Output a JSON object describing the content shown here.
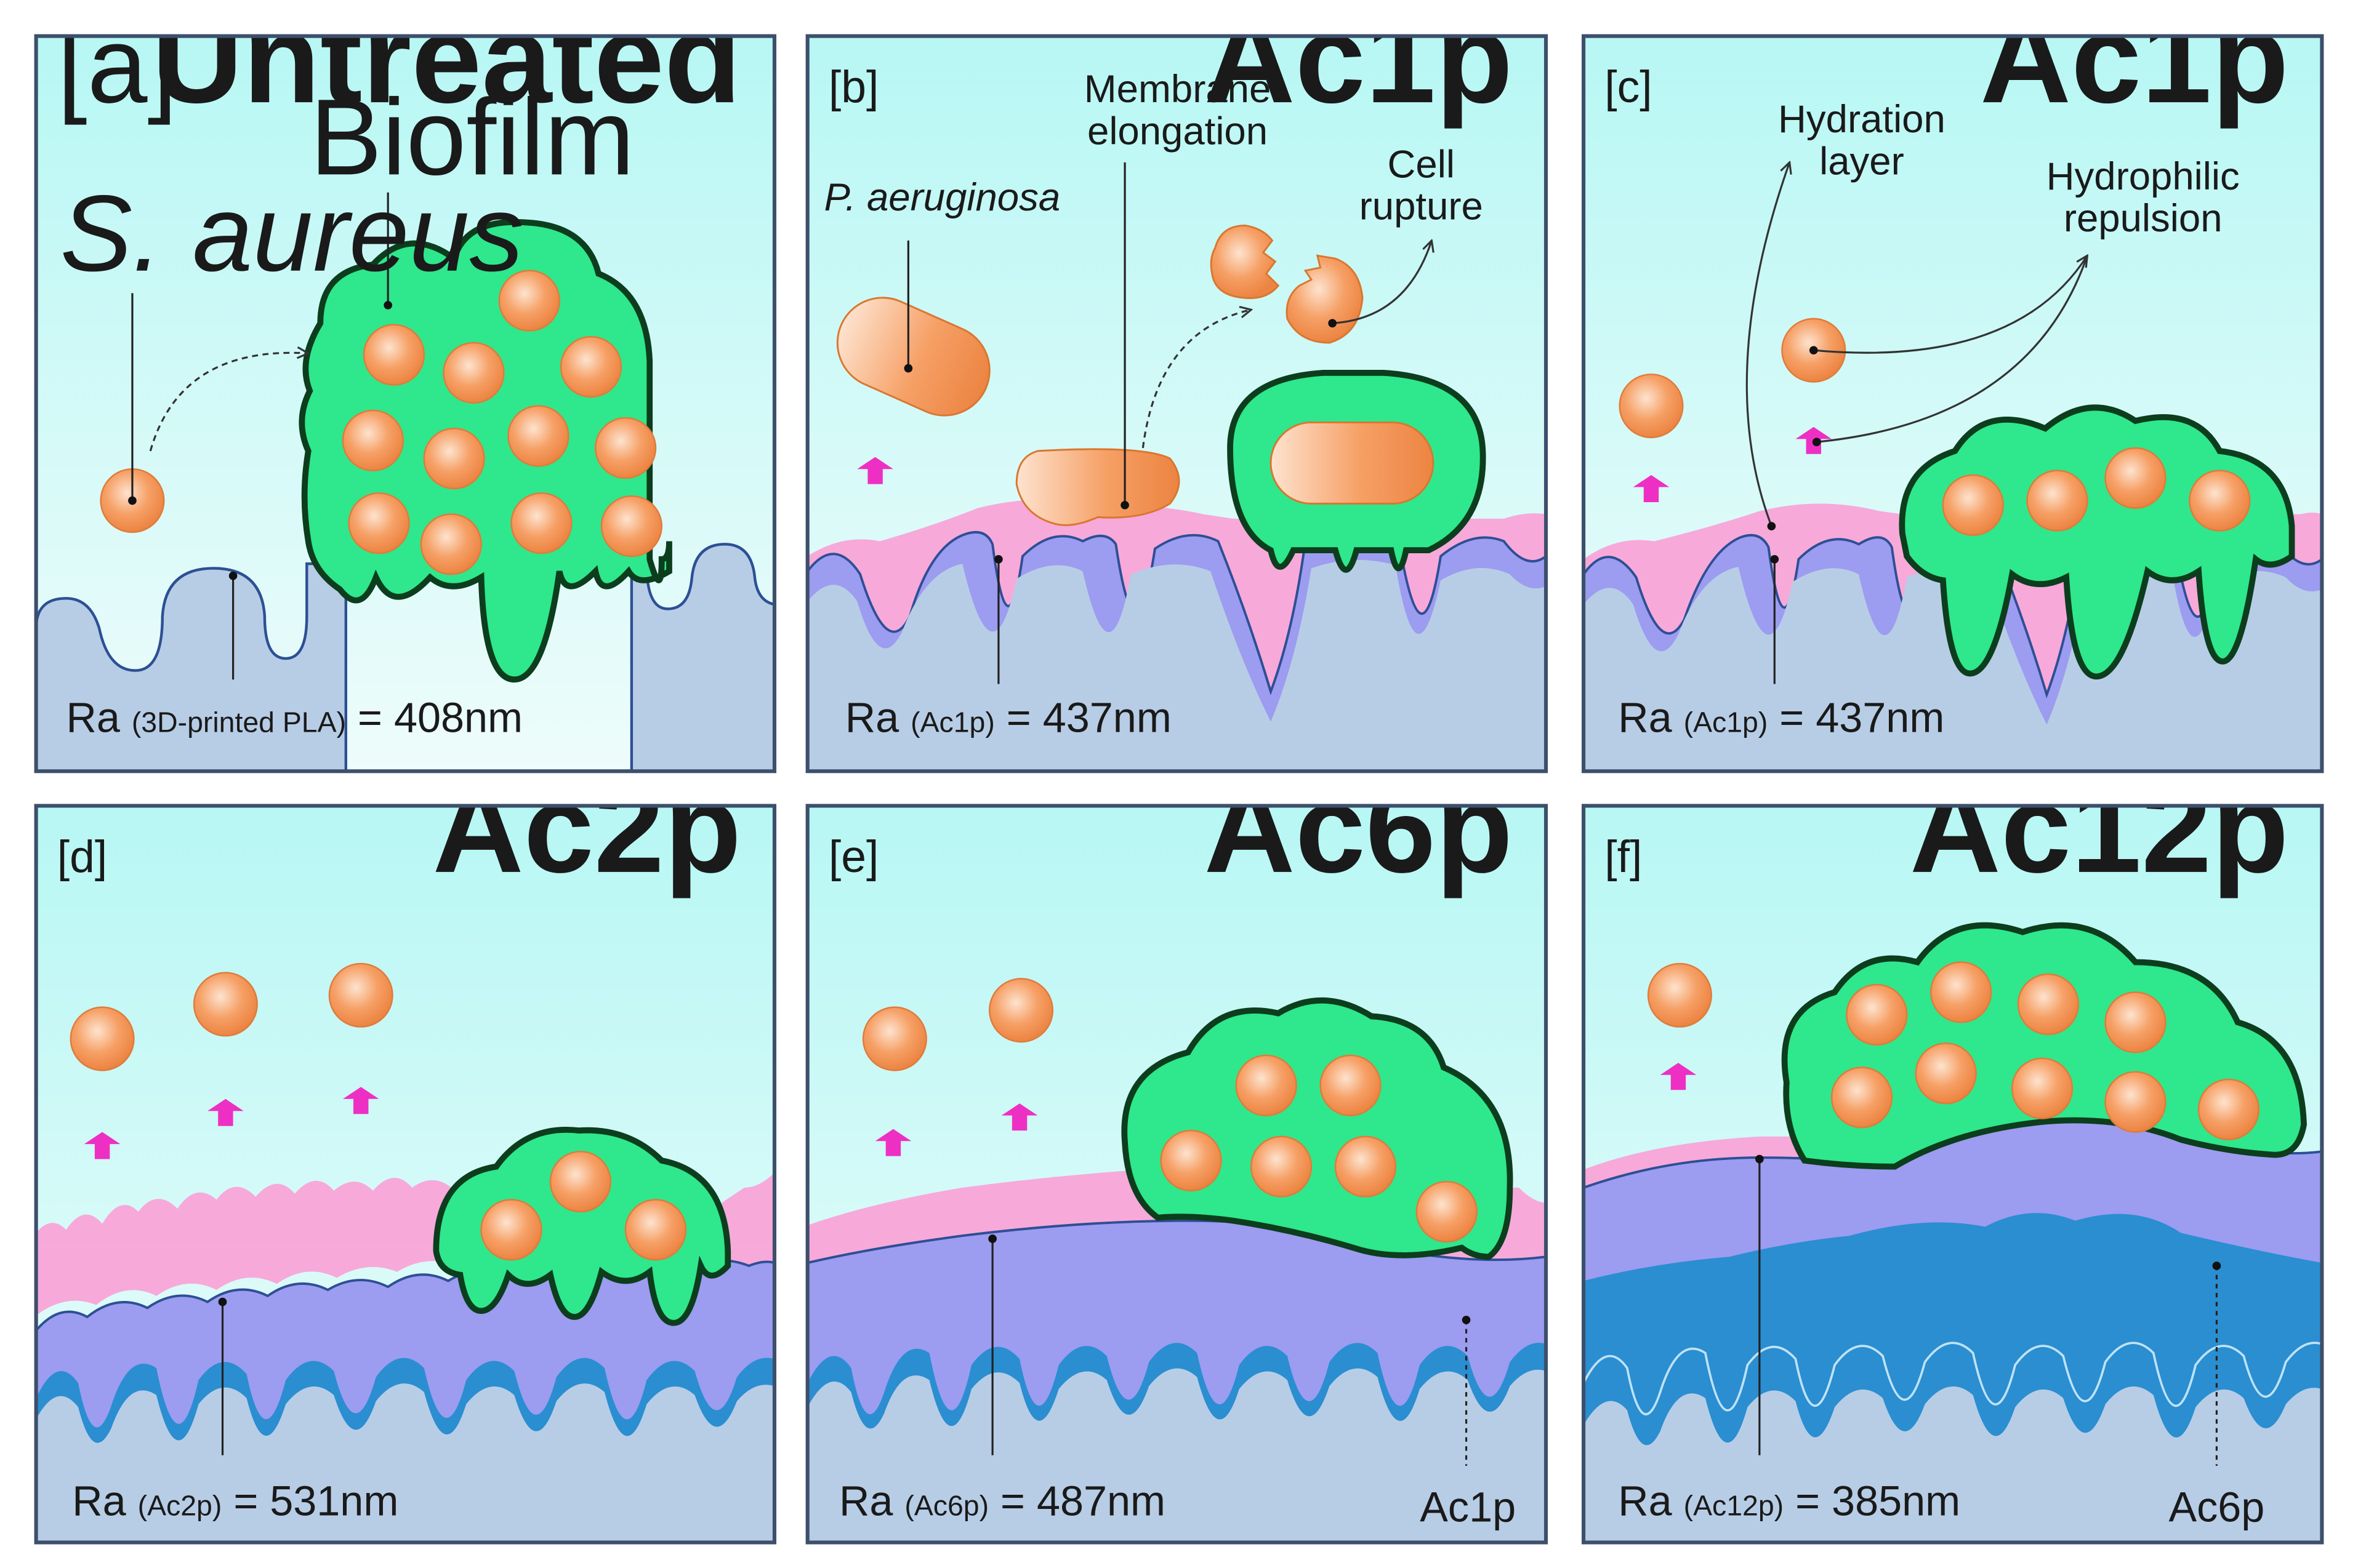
{
  "colors": {
    "fluid_top": "#b7f7f4",
    "fluid_bottom": "#effcfb",
    "substrate": "#b7cde6",
    "substrate_edge": "#2d4f94",
    "coating_purple": "#9c9cf0",
    "coating_blue": "#2a8ed1",
    "hydration_pink": "#f7a9da",
    "biofilm_green": "#2fe78c",
    "biofilm_edge": "#0c3d1d",
    "bacteria_orange": "#f6a066",
    "arrow_magenta": "#ee2fc4",
    "panel_border": "#3d4f6b"
  },
  "icons": [
    "bacterium-icon",
    "rod-bacterium-icon",
    "biofilm-icon",
    "repulsion-arrow-icon",
    "ruptured-cell-icon"
  ],
  "panels": [
    {
      "tag": "[a]",
      "title": "Untreated",
      "roughness": {
        "prefix": "Ra",
        "sub": "(3D-printed PLA)",
        "value": "= 408nm"
      },
      "annotations": [
        "S. aureus",
        "Biofilm"
      ],
      "layer_label": ""
    },
    {
      "tag": "[b]",
      "title": "Ac1p",
      "roughness": {
        "prefix": "Ra",
        "sub": "(Ac1p)",
        "value": "= 437nm"
      },
      "annotations": [
        "P. aeruginosa",
        "Membrane",
        "elongation",
        "Cell",
        "rupture"
      ],
      "layer_label": ""
    },
    {
      "tag": "[c]",
      "title": "Ac1p",
      "roughness": {
        "prefix": "Ra",
        "sub": "(Ac1p)",
        "value": "= 437nm"
      },
      "annotations": [
        "Hydration",
        "layer",
        "Hydrophilic",
        "repulsion"
      ],
      "layer_label": ""
    },
    {
      "tag": "[d]",
      "title": "Ac2p",
      "roughness": {
        "prefix": "Ra",
        "sub": "(Ac2p)",
        "value": "= 531nm"
      },
      "annotations": [],
      "layer_label": ""
    },
    {
      "tag": "[e]",
      "title": "Ac6p",
      "roughness": {
        "prefix": "Ra",
        "sub": "(Ac6p)",
        "value": "= 487nm"
      },
      "annotations": [],
      "layer_label": "Ac1p"
    },
    {
      "tag": "[f]",
      "title": "Ac12p",
      "roughness": {
        "prefix": "Ra",
        "sub": "(Ac12p)",
        "value": "= 385nm"
      },
      "annotations": [],
      "layer_label": "Ac6p"
    }
  ]
}
